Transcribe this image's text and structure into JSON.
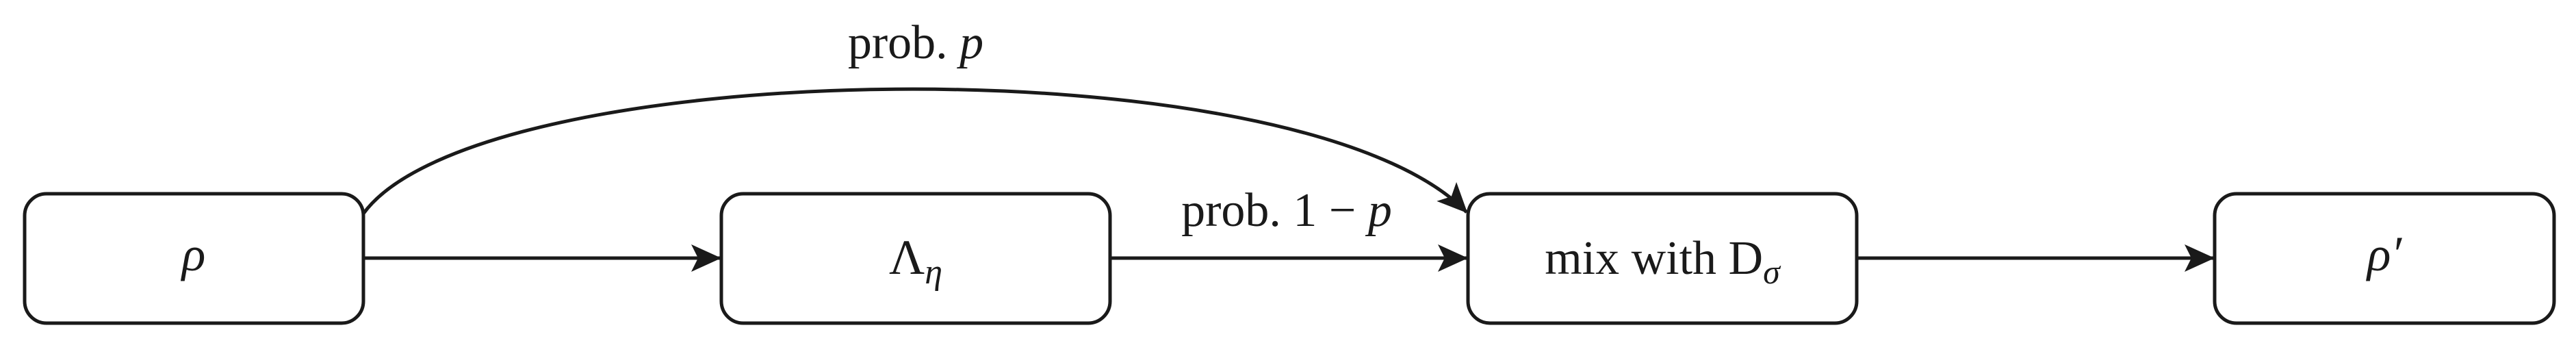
{
  "diagram": {
    "type": "flowchart",
    "stroke_color": "#1a1a1a",
    "background": "#ffffff",
    "nodes": [
      {
        "id": "rho",
        "label": "ρ",
        "subscript": ""
      },
      {
        "id": "lambda",
        "label": "Λ",
        "subscript": "η"
      },
      {
        "id": "mix",
        "label": "mix with D",
        "subscript": "σ"
      },
      {
        "id": "rho_prime",
        "label": "ρ′",
        "subscript": ""
      }
    ],
    "edges": [
      {
        "from": "rho",
        "to": "lambda",
        "label": ""
      },
      {
        "from": "lambda",
        "to": "mix",
        "label_text": "prob. 1 − ",
        "label_var": "p"
      },
      {
        "from": "rho",
        "to": "mix",
        "curved": true,
        "label_text": "prob. ",
        "label_var": "p"
      },
      {
        "from": "mix",
        "to": "rho_prime",
        "label": ""
      }
    ]
  }
}
